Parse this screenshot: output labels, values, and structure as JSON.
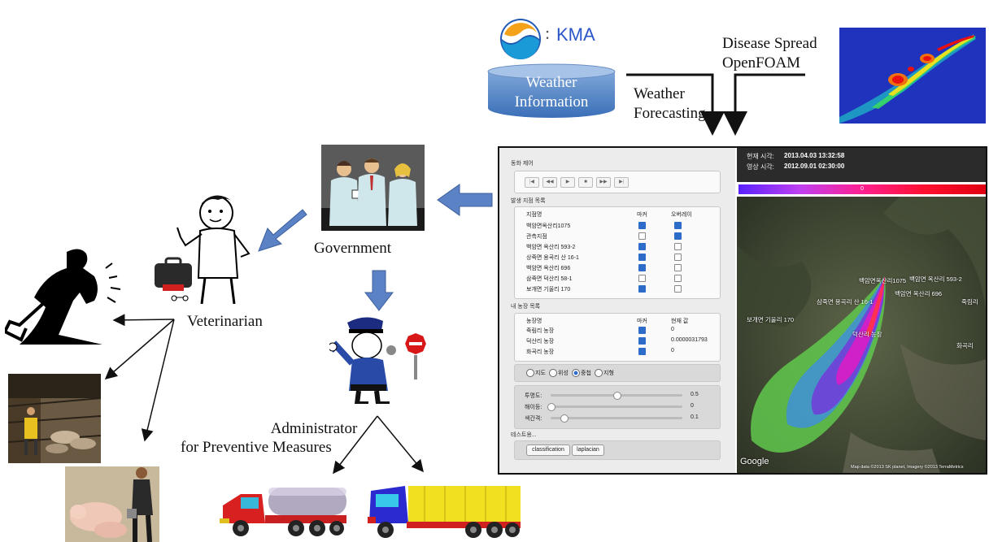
{
  "kma": {
    "label": "KMA"
  },
  "weather": {
    "line1": "Weather",
    "line2": "Information"
  },
  "forecasting": {
    "line1": "Weather",
    "line2": "Forecasting"
  },
  "disease": {
    "line1": "Disease Spread",
    "line2": "OpenFOAM"
  },
  "government": {
    "label": "Government"
  },
  "veterinarian": {
    "label": "Veterinarian"
  },
  "administrator": {
    "line1": "Administrator",
    "line2": "for Preventive Measures"
  },
  "panel": {
    "animation_title": "동화 제어",
    "player_buttons": [
      "|◀",
      "◀◀",
      "▶",
      "■",
      "▶▶",
      "▶|"
    ],
    "sources_title": "발생 지점 목록",
    "sources_headers": [
      "지점명",
      "마커",
      "오버레이"
    ],
    "sources": [
      {
        "name": "백암면옥산리1075",
        "marker": true,
        "overlay": true
      },
      {
        "name": "관측지점",
        "marker": false,
        "overlay": true
      },
      {
        "name": "백암면 옥산리 593-2",
        "marker": true,
        "overlay": false
      },
      {
        "name": "상죽면 용곡리 산 16-1",
        "marker": true,
        "overlay": false
      },
      {
        "name": "백암면 옥산리 696",
        "marker": true,
        "overlay": false
      },
      {
        "name": "삼죽면 덕산리 58-1",
        "marker": false,
        "overlay": false
      },
      {
        "name": "보개면 기울리 170",
        "marker": true,
        "overlay": false
      }
    ],
    "farms_title": "내 농장 목록",
    "farms_headers": [
      "농장명",
      "마커",
      "현재 값"
    ],
    "farms": [
      {
        "name": "죽림리 농장",
        "marker": true,
        "value": "0"
      },
      {
        "name": "덕산리 농장",
        "marker": true,
        "value": "0.0000031793"
      },
      {
        "name": "화곡리 농장",
        "marker": true,
        "value": "0"
      }
    ],
    "map_types": [
      "지도",
      "위성",
      "중첩",
      "지형"
    ],
    "map_type_selected": 2,
    "sliders": [
      {
        "label": "투명도:",
        "value": "0.5",
        "fraction": 0.5
      },
      {
        "label": "해이등:",
        "value": "0",
        "fraction": 0.0
      },
      {
        "label": "색간격:",
        "value": "0.1",
        "fraction": 0.1
      }
    ],
    "test_title": "테스트용...",
    "test_buttons": [
      "classification",
      "laplacian"
    ],
    "current_time_label": "현재 시각:",
    "current_time": "2013.04.03 13:32:58",
    "video_time_label": "영상 시각:",
    "video_time": "2012.09.01 02:30:00",
    "colorbar_value": "0",
    "map_labels": [
      "백암면옥산리1075",
      "백암면 옥산리 593-2",
      "백암면 옥산리 696",
      "삼죽면 용곡리 산 16-1",
      "보개면 기울리 170",
      "덕산리 농장",
      "죽림리",
      "화곡리"
    ],
    "google": "Google",
    "attribution": "Map data ©2013 SK planet, Imagery ©2013 TerraMetrics"
  }
}
